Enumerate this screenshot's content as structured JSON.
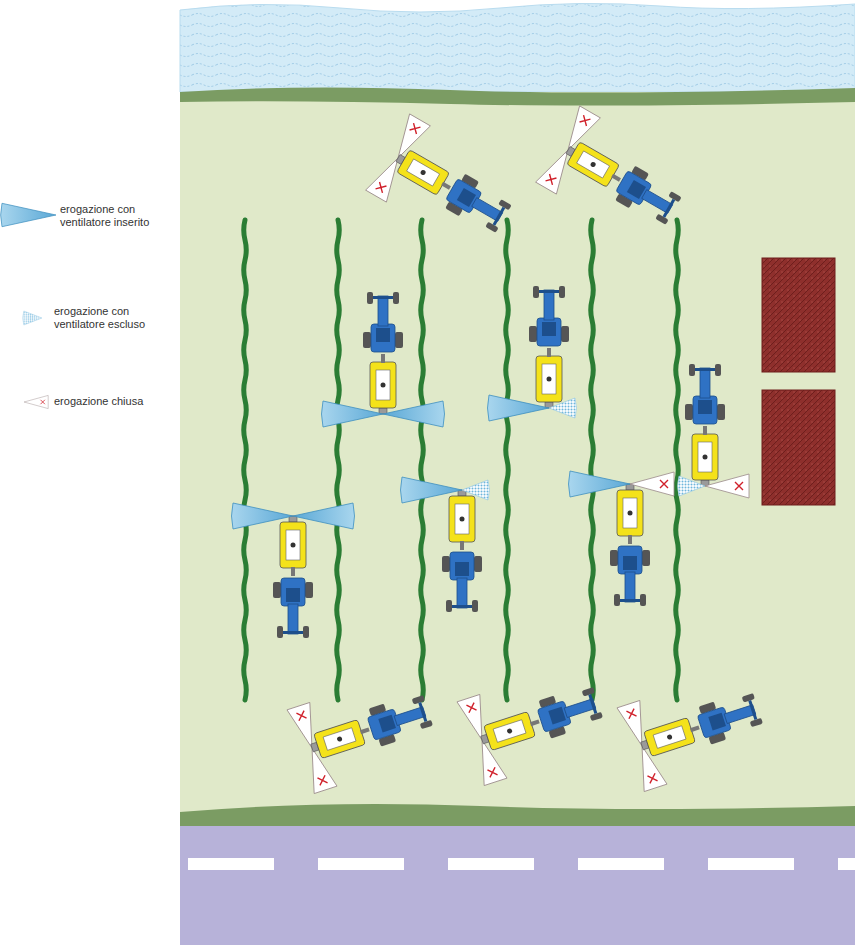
{
  "diagram": {
    "legend": [
      {
        "text": "erogazione con ventilatore inserito"
      },
      {
        "text": "erogazione con ventilatore escluso"
      },
      {
        "text": "erogazione chiusa"
      }
    ]
  }
}
